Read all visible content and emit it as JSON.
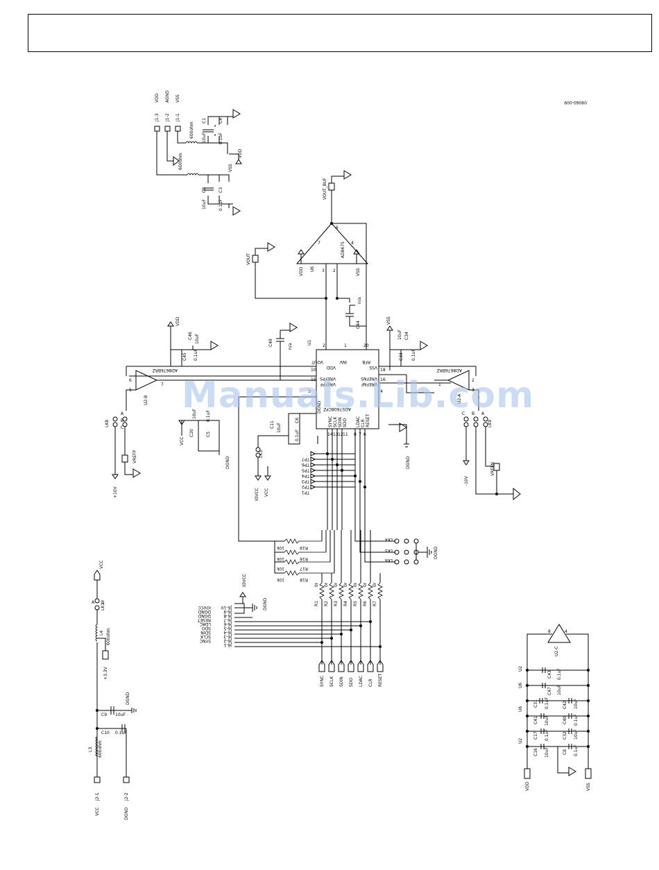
{
  "header": {
    "title": ""
  },
  "watermark": "Manuals.Lib.com",
  "figure_code": "09060-009",
  "power_connector": {
    "pins": [
      "J1-3",
      "J1-2",
      "J1-1"
    ],
    "nets": [
      "VDD",
      "AGND",
      "VSS"
    ],
    "ferrite_top": "600ohm",
    "ferrite_bottom": "600ohm",
    "c1_name": "C1",
    "c1_val": "10uF",
    "c4_name": "C4",
    "c4_val": "0.1uF",
    "c2_name": "C2",
    "c2_val": "10uF",
    "c3_name": "C3",
    "c3_val": "0.1uF",
    "vdd": "VDD",
    "vss": "VSS"
  },
  "dac": {
    "ref": "U1",
    "part": "AD5760BCPZ",
    "pins_left": [
      "VDD",
      "VREFPS",
      "VREFPF",
      "DGND",
      "SYNC",
      "SCLK",
      "SDIN",
      "SDO",
      "LDAC",
      "CLR",
      "RESET"
    ],
    "pins_top": [
      "VOUT",
      "INV",
      "RFB"
    ],
    "pins_right": [
      "VSS",
      "VREFNS",
      "VREFNF"
    ],
    "pin_numbers": [
      "2",
      "1",
      "20",
      "10",
      "15",
      "18",
      "16",
      "3",
      "14",
      "13",
      "12",
      "11",
      "8",
      "7",
      "6",
      "4"
    ]
  },
  "output_buffer": {
    "ref": "U6",
    "part": "AD8675",
    "pins": [
      "7",
      "4",
      "3",
      "2",
      "6"
    ],
    "vdd": "VDD",
    "vss": "VSS",
    "vout_buf": "VOUT_BUF",
    "vout": "VOUT",
    "c44": "C44",
    "c44_val": "n/a"
  },
  "ref_buffer_p": {
    "ref": "U2-B",
    "part": "AD8676BRZ",
    "pins": [
      "6",
      "5",
      "7"
    ],
    "link": "LK8",
    "link_pins": [
      "A",
      "B",
      "C"
    ],
    "vref": "VREFP",
    "supply": "+10V"
  },
  "ref_buffer_n": {
    "ref": "U2-A",
    "part": "AD8676BRZ",
    "pins": [
      "2",
      "3",
      "1"
    ],
    "link": "LK9",
    "link_pins": [
      "A",
      "B",
      "C"
    ],
    "vref": "VREFN",
    "supply": "-10V"
  },
  "decoupling_dac": {
    "c46": "C46",
    "c46_val": "10uF",
    "c45": "C45",
    "c45_val": "0.1uF",
    "vdd": "VDD",
    "c49": "C49",
    "c49_val": "n/a",
    "c34": "C34",
    "c34_val": "10uF",
    "c33": "C33",
    "c33_val": "0.1uF",
    "vss": "VSS",
    "c20": "C20",
    "c20_val": "10uF",
    "c5": "C5",
    "c5_val": "0.1uF",
    "vcc": "VCC",
    "c11": "C11",
    "c11_val": "10uF",
    "c6": "C6",
    "c6_val": "0.1uF",
    "dgnd": "DGND",
    "lk3": "LK3",
    "iovcc": "IOVCC"
  },
  "test_points": [
    "TP7",
    "TP6",
    "TP5",
    "TP4",
    "TP3",
    "TP2",
    "TP1"
  ],
  "pullups": {
    "resistors": [
      "R19",
      "R16",
      "R17",
      "R18"
    ],
    "value": "10k",
    "links": [
      "LK4",
      "LK5",
      "LK6"
    ],
    "dgnd": "DGND"
  },
  "series_resistors": {
    "names": [
      "R1",
      "R2",
      "R3",
      "R4",
      "R5",
      "R6",
      "R7"
    ],
    "value": "0r"
  },
  "digital_connector": {
    "pins": [
      "J6-10",
      "J6-9",
      "J6-8",
      "J6-7",
      "J6-6",
      "J6-5",
      "J6-4",
      "J6-3",
      "J6-2",
      "J6-1"
    ],
    "nets": [
      "IOVCC",
      "DGND",
      "DGND",
      "RESET",
      "LDAC",
      "SDO",
      "SDIN",
      "SCLK",
      "SYNC",
      ""
    ],
    "iovcc": "IOVCC",
    "dgnd": "DGND"
  },
  "signal_labels": [
    "SYNC",
    "SCLK",
    "SDIN",
    "SDO",
    "LDAC",
    "CLR",
    "RESET"
  ],
  "vcc_supply": {
    "vcc": "VCC",
    "lk1": "LK1",
    "lk1_pins": [
      "A",
      "B"
    ],
    "l4": "L4",
    "l4_val": "600ohm",
    "v33": "+3.3V",
    "c9": "C9",
    "c9_val": "10uF",
    "c10": "C10",
    "c10_val": "0.1uF",
    "dgnd": "DGND",
    "l3": "L3",
    "l3_val": "600ohm",
    "j2_1": "J2-1",
    "j2_2": "J2-2",
    "vcc2": "VCC",
    "dgnd2": "DGND"
  },
  "supply_decoupling": {
    "opamp_ref": "U2-C",
    "opamp_pins": [
      "8",
      "4"
    ],
    "rows": [
      "U2",
      "U6",
      "U6",
      "U2"
    ],
    "caps": [
      [
        "C43",
        "0.1uF"
      ],
      [
        "C47",
        "10uF"
      ],
      [
        "C31",
        "0.1uF"
      ],
      [
        "C42",
        "10uF"
      ],
      [
        "C41",
        "10uF"
      ],
      [
        "C40",
        "0.1uF"
      ],
      [
        "C17",
        "0.1uF"
      ],
      [
        "C16",
        "10uF"
      ],
      [
        "C8",
        "0.1uF"
      ],
      [
        "C32",
        "10uF"
      ]
    ],
    "vdd": "VDD",
    "vss": "VSS"
  }
}
